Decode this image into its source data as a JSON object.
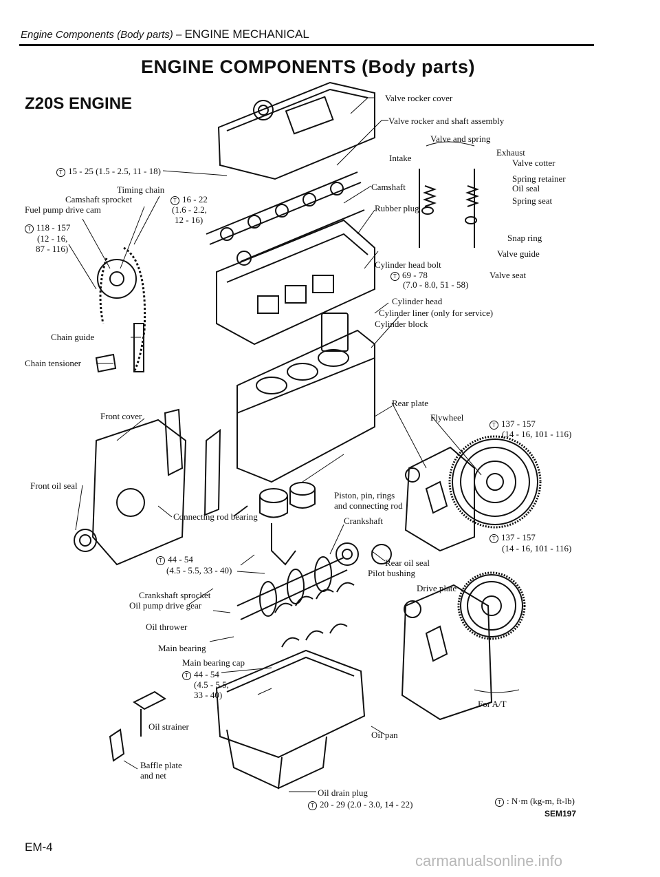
{
  "header": {
    "section": "Engine Components (Body parts) – ",
    "chapter": "ENGINE MECHANICAL"
  },
  "title": "ENGINE COMPONENTS (Body parts)",
  "engine_label": "Z20S ENGINE",
  "torque_symbol": "T",
  "labels": {
    "valve_rocker_cover": "Valve rocker cover",
    "valve_rocker_shaft": "Valve rocker and shaft assembly",
    "valve_and_spring": "Valve and spring",
    "intake": "Intake",
    "exhaust": "Exhaust",
    "valve_cotter": "Valve cotter",
    "spring_retainer": "Spring retainer",
    "oil_seal": "Oil seal",
    "spring_seat": "Spring seat",
    "camshaft": "Camshaft",
    "rubber_plug": "Rubber plug",
    "snap_ring": "Snap ring",
    "valve_guide": "Valve guide",
    "valve_seat": "Valve seat",
    "cylinder_head_bolt": "Cylinder head bolt",
    "cylinder_head": "Cylinder head",
    "cylinder_liner": "Cylinder liner (only for service)",
    "cylinder_block": "Cylinder block",
    "timing_chain": "Timing chain",
    "camshaft_sprocket": "Camshaft sprocket",
    "fuel_pump_drive_cam": "Fuel pump drive cam",
    "chain_guide": "Chain guide",
    "chain_tensioner": "Chain tensioner",
    "front_cover": "Front cover",
    "front_oil_seal": "Front oil seal",
    "rear_plate": "Rear plate",
    "flywheel": "Flywheel",
    "piston_line1": "Piston, pin, rings",
    "piston_line2": "and connecting rod",
    "crankshaft": "Crankshaft",
    "connecting_rod_bearing": "Connecting rod bearing",
    "rear_oil_seal": "Rear oil seal",
    "pilot_bushing": "Pilot bushing",
    "drive_plate": "Drive plate",
    "crankshaft_sprocket": "Crankshaft sprocket",
    "oil_pump_drive_gear": "Oil pump drive gear",
    "oil_thrower": "Oil thrower",
    "main_bearing": "Main bearing",
    "main_bearing_cap": "Main bearing cap",
    "oil_strainer": "Oil strainer",
    "baffle_line1": "Baffle plate",
    "baffle_line2": "and net",
    "oil_pan": "Oil pan",
    "oil_drain_plug": "Oil drain plug",
    "for_at": "For A/T"
  },
  "torques": {
    "rocker_cover": "15 - 25 (1.5 - 2.5, 11 - 18)",
    "cam_sprocket_a": "118 - 157",
    "cam_sprocket_b": "(12 - 16,",
    "cam_sprocket_c": "87 - 116)",
    "rocker_shaft_a": "16 - 22",
    "rocker_shaft_b": "(1.6 - 2.2,",
    "rocker_shaft_c": "12 - 16)",
    "head_bolt_a": "69 - 78",
    "head_bolt_b": "(7.0 - 8.0, 51 - 58)",
    "flywheel_a": "137 - 157",
    "flywheel_b": "(14 - 16, 101 - 116)",
    "drive_plate_a": "137 - 157",
    "drive_plate_b": "(14 - 16, 101 - 116)",
    "conrod_a": "44 - 54",
    "conrod_b": "(4.5 - 5.5, 33 - 40)",
    "main_cap_a": "44 - 54",
    "main_cap_b": "(4.5 - 5.5,",
    "main_cap_c": "33 - 40)",
    "drain_plug": "20 - 29 (2.0 - 3.0, 14 - 22)"
  },
  "legend": ": N·m (kg-m, ft-lb)",
  "figure_code": "SEM197",
  "page_number": "EM-4",
  "watermark": "carmanualsonline.info"
}
